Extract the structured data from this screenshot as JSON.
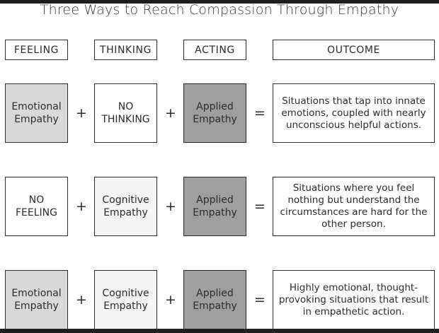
{
  "title": "Three Ways to Reach Compassion Through Empathy",
  "headers": {
    "feeling": "FEELING",
    "thinking": "THINKING",
    "acting": "ACTING",
    "outcome": "OUTCOME"
  },
  "operators": {
    "plus": "+",
    "equals": "="
  },
  "colors": {
    "emotional_empathy_fill": "#d9d9d9",
    "cognitive_empathy_fill": "#f4f4f4",
    "applied_empathy_fill": "#9f9f9f",
    "none_fill": "#ffffff",
    "border": "#2b2b2b"
  },
  "rows": [
    {
      "feeling": "Emotional\nEmpathy",
      "thinking": "NO\nTHINKING",
      "acting": "Applied\nEmpathy",
      "outcome": "Situations that tap into innate emotions, coupled with nearly unconscious helpful actions."
    },
    {
      "feeling": "NO\nFEELING",
      "thinking": "Cognitive\nEmpathy",
      "acting": "Applied\nEmpathy",
      "outcome": "Situations where you feel nothing but understand the circumstances are hard for the other person."
    },
    {
      "feeling": "Emotional\nEmpathy",
      "thinking": "Cognitive\nEmpathy",
      "acting": "Applied\nEmpathy",
      "outcome": "Highly emotional, thought-provoking situations that result in empathetic action."
    }
  ]
}
